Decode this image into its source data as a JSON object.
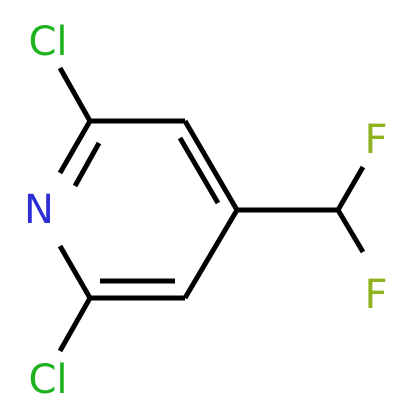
{
  "molecule": {
    "atoms": {
      "cl_top": {
        "symbol": "Cl",
        "color": "#1fb21f"
      },
      "cl_bottom": {
        "symbol": "Cl",
        "color": "#1fb21f"
      },
      "n_ring": {
        "symbol": "N",
        "color": "#2e2ed8"
      },
      "f_top": {
        "symbol": "F",
        "color": "#8fb21f"
      },
      "f_bottom": {
        "symbol": "F",
        "color": "#8fb21f"
      }
    },
    "bond_color": "#000000"
  }
}
